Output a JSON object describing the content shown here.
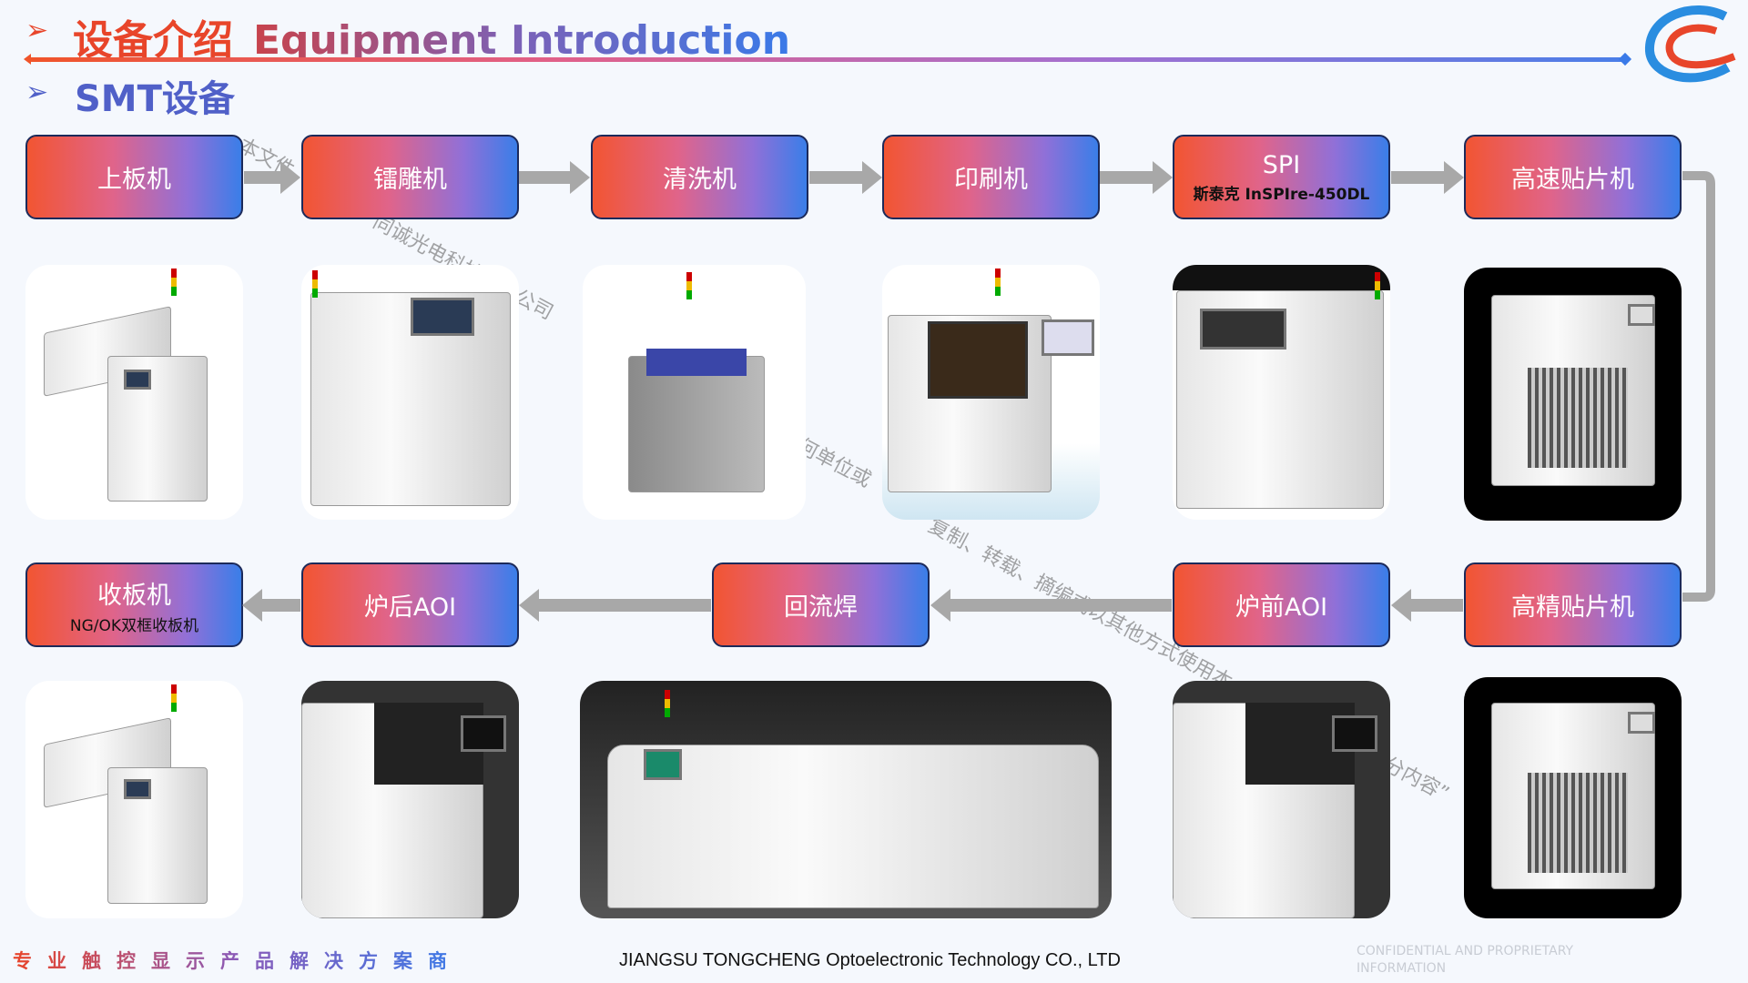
{
  "header": {
    "title_cn": "设备介绍",
    "title_en": "Equipment Introduction",
    "subtitle": "SMT设备",
    "bullet_icon": "chevron-right-icon"
  },
  "colors": {
    "gradient_start": "#f25532",
    "gradient_end": "#3a7ee8",
    "arrow": "#a8a8a8"
  },
  "row1": [
    {
      "label": "上板机"
    },
    {
      "label": "镭雕机"
    },
    {
      "label": "清洗机"
    },
    {
      "label": "印刷机"
    },
    {
      "label": "SPI",
      "sub": "斯泰克 InSPIre-450DL"
    },
    {
      "label": "高速贴片机"
    }
  ],
  "row2": [
    {
      "label": "收板机",
      "sub": "NG/OK双框收板机"
    },
    {
      "label": "炉后AOI"
    },
    {
      "label": "回流焊"
    },
    {
      "label": "炉前AOI"
    },
    {
      "label": "高精贴片机"
    }
  ],
  "watermark": [
    "本文件",
    "同诚光电科技有限公司",
    "何单位或",
    "复制、转载、摘编或以其他方式使用本",
    "分内容”"
  ],
  "footer": {
    "slogan": "专业触控显示产品解决方案商",
    "company": "JIANGSU TONGCHENG Optoelectronic Technology CO., LTD",
    "confidential": "CONFIDENTIAL AND PROPRIETARY INFORMATION"
  }
}
